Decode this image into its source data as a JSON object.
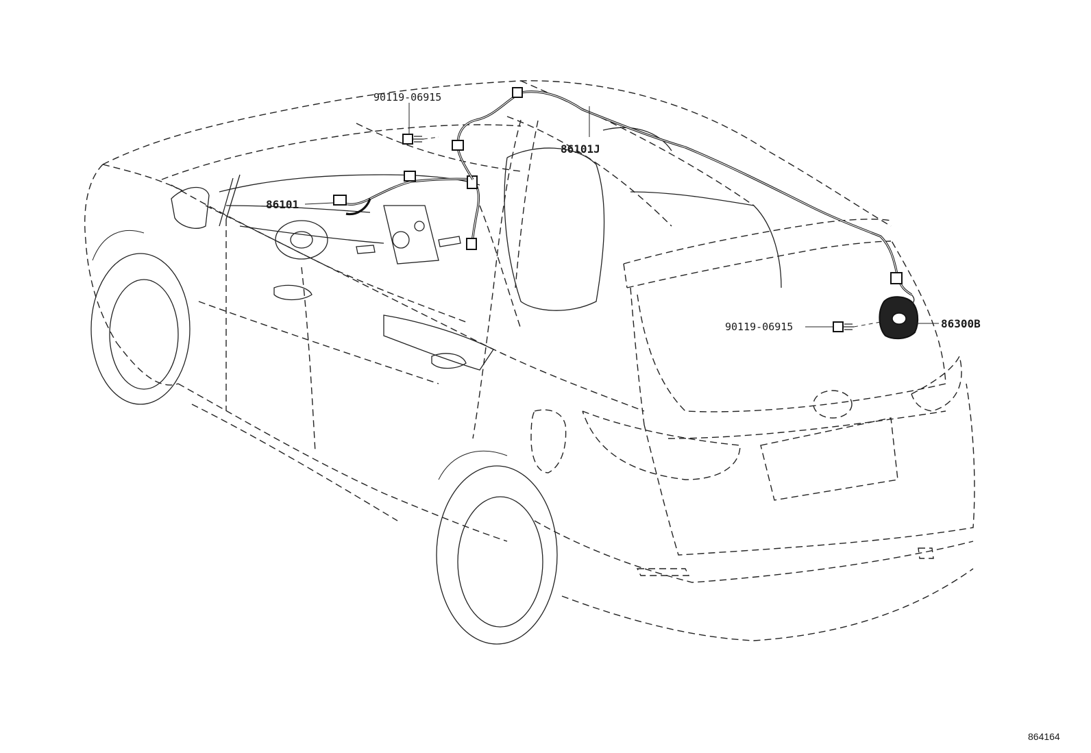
{
  "labels": {
    "bolt_top": "90119-06915",
    "harness_front": "86101",
    "harness_roof": "86101J",
    "bolt_rear": "90119-06915",
    "camera_rear": "86300B"
  },
  "figure_number": "864164"
}
